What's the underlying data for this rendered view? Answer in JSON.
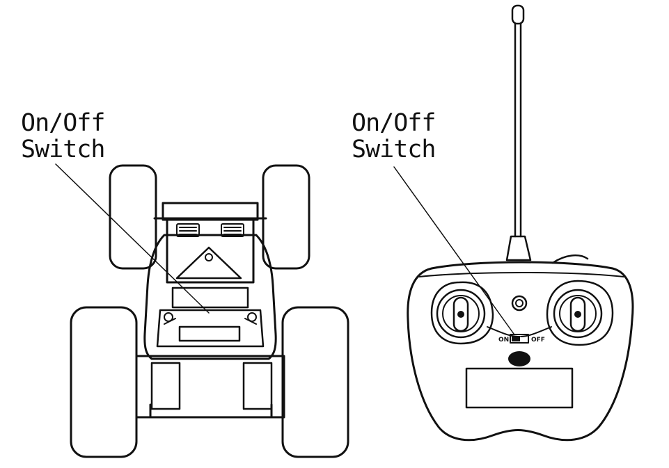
{
  "car": {
    "callout": {
      "line1": "On/Off",
      "line2": "Switch"
    }
  },
  "remote": {
    "callout": {
      "line1": "On/Off",
      "line2": "Switch"
    },
    "switch_on_label": "ON",
    "switch_off_label": "OFF"
  },
  "colors": {
    "stroke": "#111111",
    "background": "#ffffff"
  }
}
